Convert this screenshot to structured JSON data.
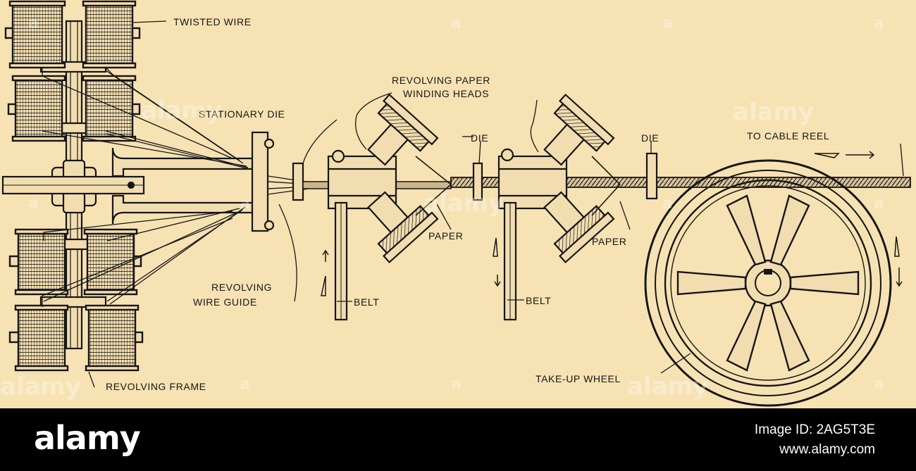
{
  "colors": {
    "paper": "#f7e2b3",
    "ink": "#161616",
    "footer": "#000000",
    "footer_text": "#ffffff"
  },
  "labels": {
    "twisted_wire": "TWISTED WIRE",
    "revolving_paper_1": "REVOLVING PAPER",
    "revolving_paper_2": "WINDING HEADS",
    "stationary_die": "STATIONARY DIE",
    "die_1": "DIE",
    "die_2": "DIE",
    "to_cable_reel": "TO CABLE REEL",
    "paper_1": "PAPER",
    "paper_2": "PAPER",
    "revolving_wire_guide_1": "REVOLVING",
    "revolving_wire_guide_2": "WIRE GUIDE",
    "belt_1": "BELT",
    "belt_2": "BELT",
    "revolving_frame": "REVOLVING FRAME",
    "take_up_wheel": "TAKE-UP WHEEL"
  },
  "watermark": {
    "brand": "alamy",
    "letter": "a"
  },
  "footer": {
    "brand": "alamy",
    "image_id": "Image ID: 2AG5T3E",
    "url": "www.alamy.com"
  },
  "icons": [
    "wire-spool-icon",
    "take-up-wheel-icon",
    "arrow-icon"
  ]
}
